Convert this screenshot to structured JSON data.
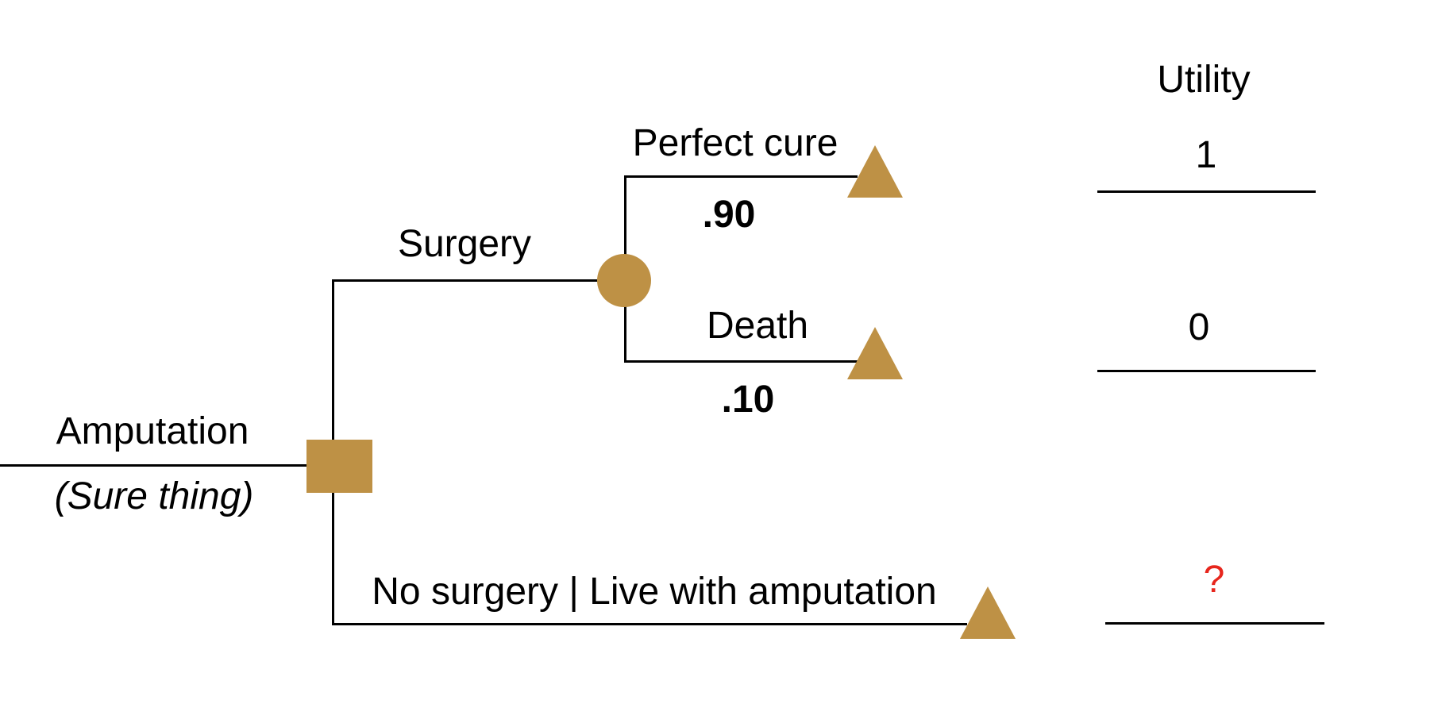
{
  "colors": {
    "node_gold": "#BE9145",
    "line_black": "#000000",
    "unknown_red": "#E7261D",
    "background": "#FFFFFF"
  },
  "header": {
    "utility_label": "Utility"
  },
  "tree": {
    "root": {
      "label": "Amputation",
      "qualifier": "(Sure thing)",
      "node_shape": "square-decision-node"
    },
    "surgery": {
      "label": "Surgery",
      "node_shape": "circle-chance-node",
      "outcomes": [
        {
          "label": "Perfect cure",
          "probability": ".90",
          "utility": "1",
          "node_shape": "triangle-terminal-node"
        },
        {
          "label": "Death",
          "probability": ".10",
          "utility": "0",
          "node_shape": "triangle-terminal-node"
        }
      ]
    },
    "no_surgery": {
      "label": "No surgery | Live with amputation",
      "utility": "?",
      "node_shape": "triangle-terminal-node"
    }
  }
}
